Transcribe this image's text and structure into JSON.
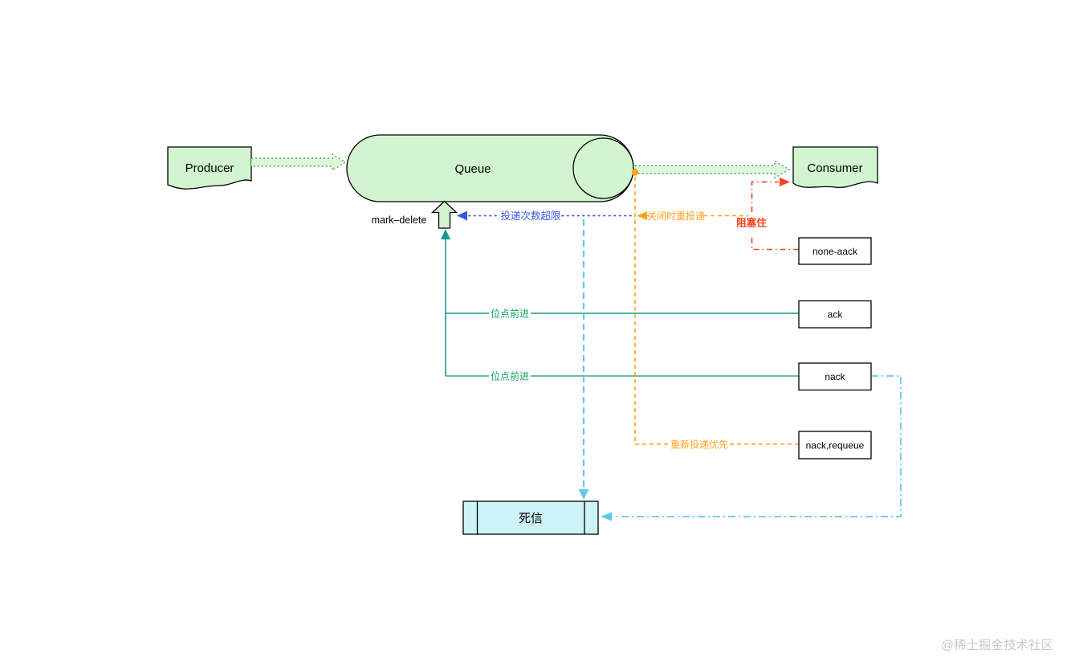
{
  "nodes": {
    "producer": {
      "label": "Producer"
    },
    "queue": {
      "label": "Queue"
    },
    "consumer": {
      "label": "Consumer"
    },
    "mark_delete": {
      "label": "mark–delete"
    },
    "dead_letter": {
      "label": "死信"
    },
    "none_aack": {
      "label": "none-aack"
    },
    "ack": {
      "label": "ack"
    },
    "nack": {
      "label": "nack"
    },
    "nack_requeue": {
      "label": "nack,requeue"
    }
  },
  "edge_labels": {
    "delivery_count_exceeded": "投递次数超限",
    "redeliver_on_close": "关闭时重投递",
    "blocked": "阻塞住",
    "offset_advance_1": "位点前进",
    "offset_advance_2": "位点前进",
    "redelivery_priority": "重新投递优先"
  },
  "watermark": "@稀土掘金技术社区",
  "colors": {
    "node-green": "#d2f5cf",
    "arrow-green-fill": "#ddf7d9",
    "arrow-outline-green": "#5a9f63",
    "arrow-outline-teal": "#4a9c82",
    "dead-letter-cyan": "#cdf3f7",
    "blue": "#3a56e3",
    "orange": "#ffa11e",
    "red": "#f6421c",
    "teal": "#149a8c",
    "teal-light": "#3aa97c",
    "green-label": "#16a362",
    "cyan": "#5fc8ef",
    "watermark-gray": "#c9c9c9"
  }
}
